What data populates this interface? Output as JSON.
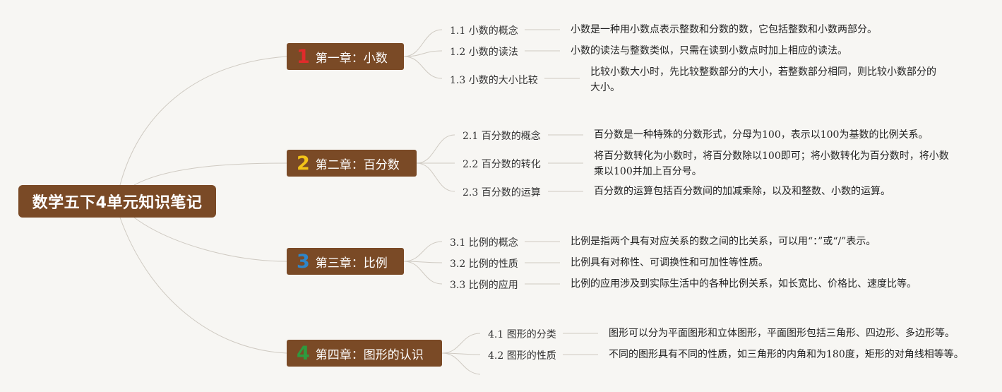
{
  "root": {
    "label": "数学五下4单元知识笔记"
  },
  "colors": {
    "node_fill": "#7a4a26",
    "line": "#cfcac2",
    "badge1": "#e02b2b",
    "badge2": "#f2c318",
    "badge3": "#2f86c9",
    "badge4": "#2e9a3e"
  },
  "chapters": [
    {
      "badge": "1",
      "label": "第一章：小数",
      "items": [
        {
          "label": "1.1 小数的概念",
          "desc": "小数是一种用小数点表示整数和分数的数，它包括整数和小数两部分。"
        },
        {
          "label": "1.2 小数的读法",
          "desc": "小数的读法与整数类似，只需在读到小数点时加上相应的读法。"
        },
        {
          "label": "1.3 小数的大小比较",
          "desc": "比较小数大小时，先比较整数部分的大小，若整数部分相同，则比较小数部分的大小。"
        }
      ]
    },
    {
      "badge": "2",
      "label": "第二章：百分数",
      "items": [
        {
          "label": "2.1 百分数的概念",
          "desc": "百分数是一种特殊的分数形式，分母为100，表示以100为基数的比例关系。"
        },
        {
          "label": "2.2 百分数的转化",
          "desc": "将百分数转化为小数时，将百分数除以100即可；将小数转化为百分数时，将小数乘以100并加上百分号。"
        },
        {
          "label": "2.3 百分数的运算",
          "desc": "百分数的运算包括百分数间的加减乘除，以及和整数、小数的运算。"
        }
      ]
    },
    {
      "badge": "3",
      "label": "第三章：比例",
      "items": [
        {
          "label": "3.1 比例的概念",
          "desc": "比例是指两个具有对应关系的数之间的比关系，可以用“：”或“/”表示。"
        },
        {
          "label": "3.2 比例的性质",
          "desc": "比例具有对称性、可调换性和可加性等性质。"
        },
        {
          "label": "3.3 比例的应用",
          "desc": "比例的应用涉及到实际生活中的各种比例关系，如长宽比、价格比、速度比等。"
        }
      ]
    },
    {
      "badge": "4",
      "label": "第四章：图形的认识",
      "items": [
        {
          "label": "4.1 图形的分类",
          "desc": "图形可以分为平面图形和立体图形，平面图形包括三角形、四边形、多边形等。"
        },
        {
          "label": "4.2 图形的性质",
          "desc": "不同的图形具有不同的性质，如三角形的内角和为180度，矩形的对角线相等等。"
        }
      ]
    }
  ]
}
